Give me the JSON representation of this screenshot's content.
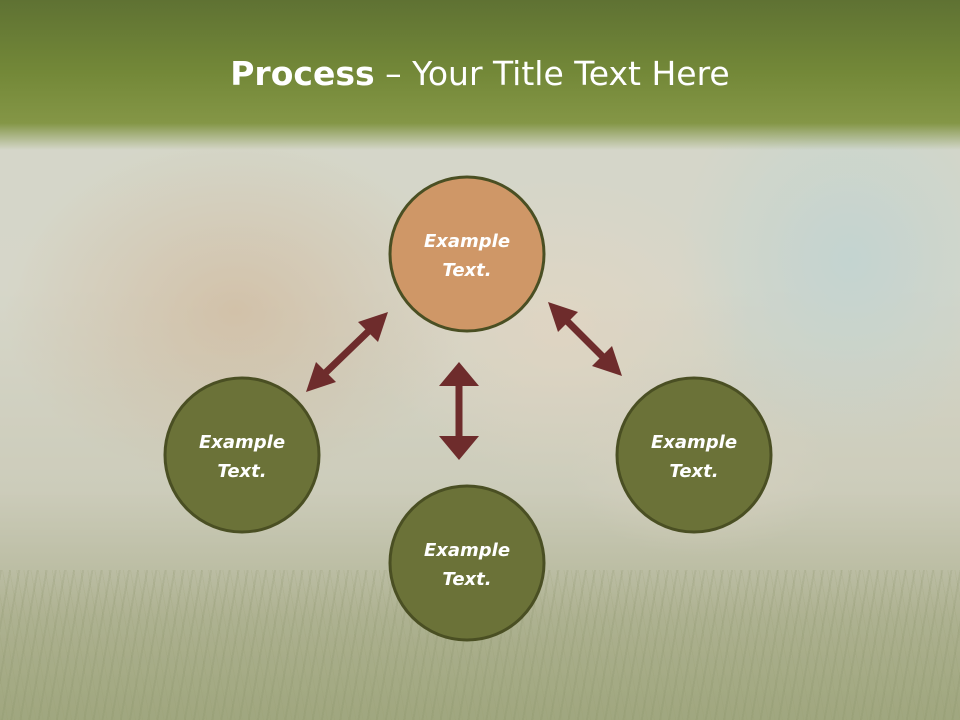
{
  "title": {
    "bold": "Process",
    "dash": " – ",
    "rest": "Your Title Text Here"
  },
  "colors": {
    "title_bar": "#738838",
    "node_top_fill": "#cf9767",
    "node_fill": "#6b7238",
    "node_stroke": "#4a4f23",
    "arrow": "#6e2c2c"
  },
  "nodes": [
    {
      "id": "top",
      "line1": "Example",
      "line2": "Text."
    },
    {
      "id": "left",
      "line1": "Example",
      "line2": "Text."
    },
    {
      "id": "right",
      "line1": "Example",
      "line2": "Text."
    },
    {
      "id": "bottom",
      "line1": "Example",
      "line2": "Text."
    }
  ]
}
